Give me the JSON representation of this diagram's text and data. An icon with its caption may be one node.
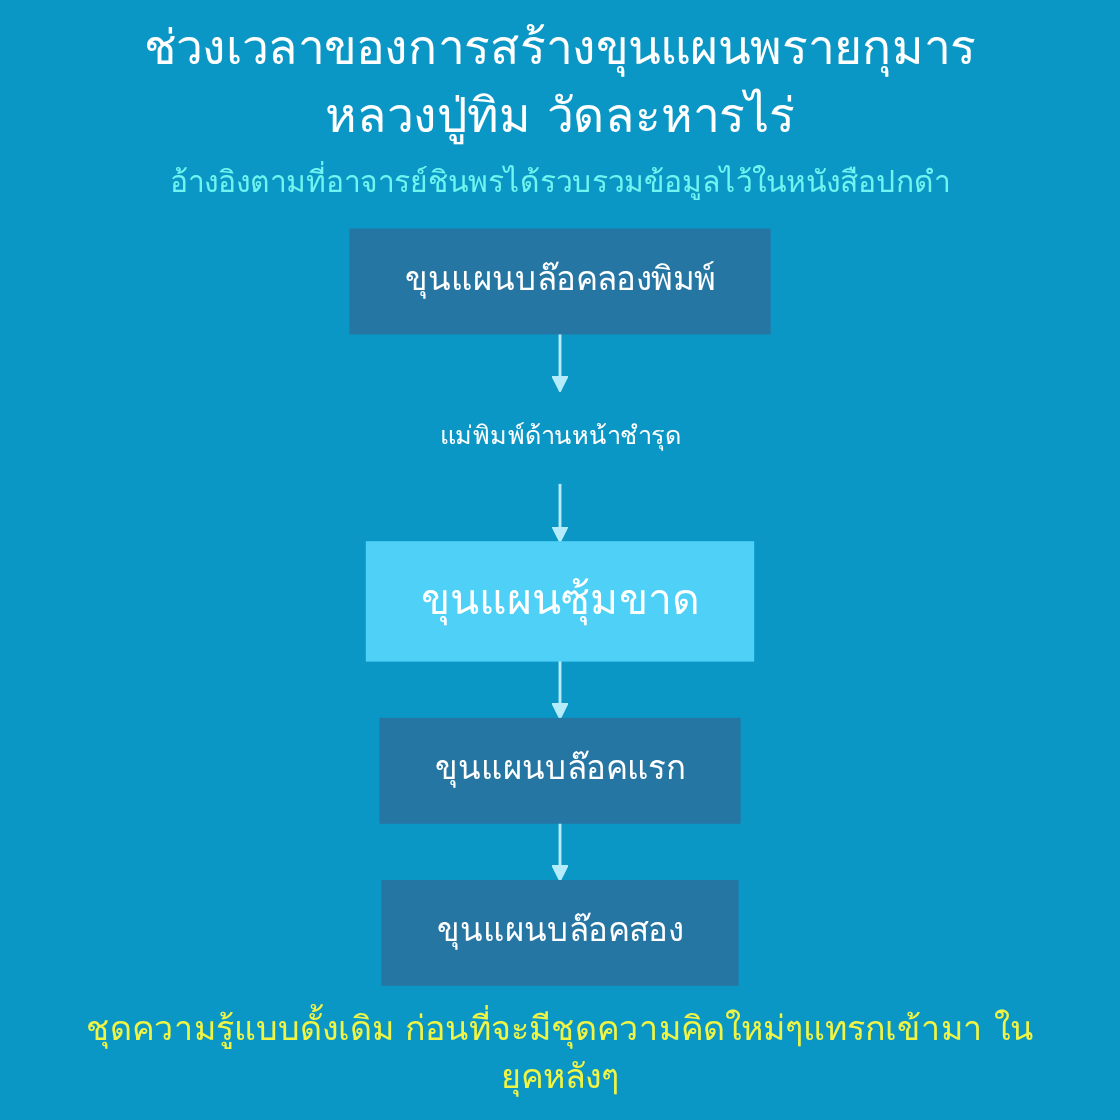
{
  "diagram": {
    "title": "ช่วงเวลาของการสร้างขุนแผนพรายกุมาร หลวงปู่ทิม วัดละหารไร่",
    "caption": "ชุดความรู้แบบดั้งเดิม ก่อนที่จะมีชุดความคิดใหม่ๆแทรกเข้ามา ในยุคหลังๆ",
    "nodes": [
      {
        "text": [
          "ขุนแผนบล๊อคลองพิมพ์"
        ]
      },
      {
        "text": [
          "แม่พิมพ์ด้านหน้าชำรุด"
        ]
      },
      {
        "text": [
          "ขุนแผนซุ้มขาด"
        ]
      },
      {
        "text": [
          "ขุนแผนบล๊อคแรก"
        ]
      },
      {
        "text": [
          "ขุนแผนบล๊อคสอง"
        ]
      }
    ],
    "edges": [
      {
        "from": 0,
        "to": 1,
        "arrow": "to"
      },
      {
        "from": 1,
        "to": 2,
        "arrow": "to"
      },
      {
        "from": 2,
        "to": 3,
        "arrow": "to"
      },
      {
        "from": 3,
        "to": 4,
        "arrow": "to"
      }
    ],
    "labels": [
      "อ้างอิงตามที่อาจารย์ชินพรได้รวบรวมข้อมูลไว้ในหนังสือปกดำ"
    ]
  }
}
